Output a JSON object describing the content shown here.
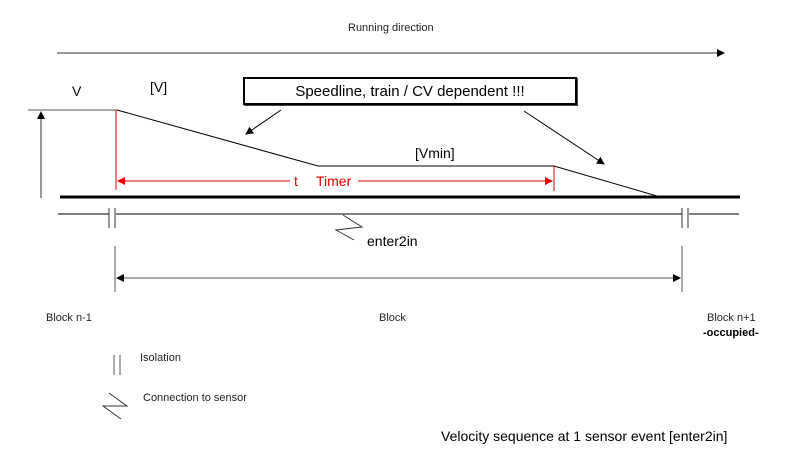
{
  "title": "Velocity sequence at 1 sensor event  [enter2in]",
  "running_direction": "Running direction",
  "labels": {
    "v": "V",
    "v_bracket": "[V]",
    "vmin": "[Vmin]",
    "t": "t",
    "timer": "Timer",
    "sensor": "enter2in"
  },
  "callout": "Speedline, train / CV dependent !!!",
  "blocks": {
    "prev": "Block n-1",
    "current": "Block",
    "next": "Block n+1",
    "next_status": "-occupied-"
  },
  "legend": {
    "isolation": "Isolation",
    "connection": "Connection to sensor"
  },
  "colors": {
    "timer": "#e00000",
    "lines": "#000000"
  }
}
